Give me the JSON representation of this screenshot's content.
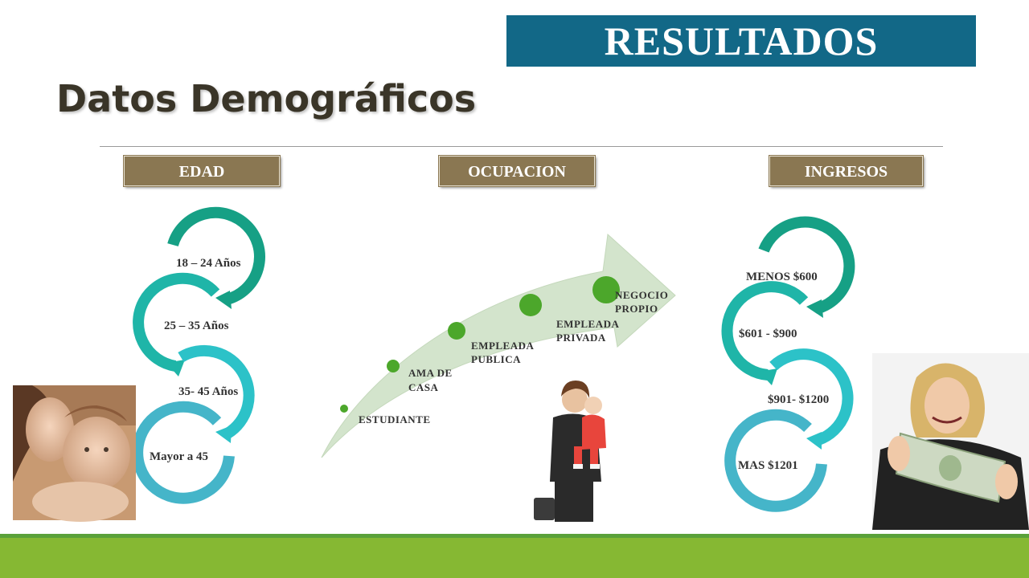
{
  "header": {
    "banner": "RESULTADOS",
    "title": "Datos Demográficos"
  },
  "sections": {
    "edad": {
      "title": "EDAD",
      "items": [
        "18 – 24 Años",
        "25 – 35 Años",
        "35- 45 Años",
        "Mayor a 45"
      ]
    },
    "ocupacion": {
      "title": "OCUPACION",
      "items": [
        {
          "line1": "ESTUDIANTE",
          "line2": ""
        },
        {
          "line1": "AMA DE",
          "line2": "CASA"
        },
        {
          "line1": "EMPLEADA",
          "line2": "PUBLICA"
        },
        {
          "line1": "EMPLEADA",
          "line2": "PRIVADA"
        },
        {
          "line1": "NEGOCIO",
          "line2": "PROPIO"
        }
      ]
    },
    "ingresos": {
      "title": "INGRESOS",
      "items": [
        "MENOS $600",
        "$601 - $900",
        "$901- $1200",
        "MAS $1201"
      ]
    }
  },
  "colors": {
    "banner": "#126887",
    "section_box": "#8a7752",
    "ring_dark": "#16a085",
    "ring_mid": "#1fb5a8",
    "ring_light": "#2cc2c8",
    "ring_blue": "#45b5c9",
    "dot": "#4ca72b",
    "arrow": "#d3e4cc",
    "footer": "#86b833"
  },
  "images": [
    "mother-baby-photo",
    "working-mother-photo",
    "woman-money-photo"
  ]
}
